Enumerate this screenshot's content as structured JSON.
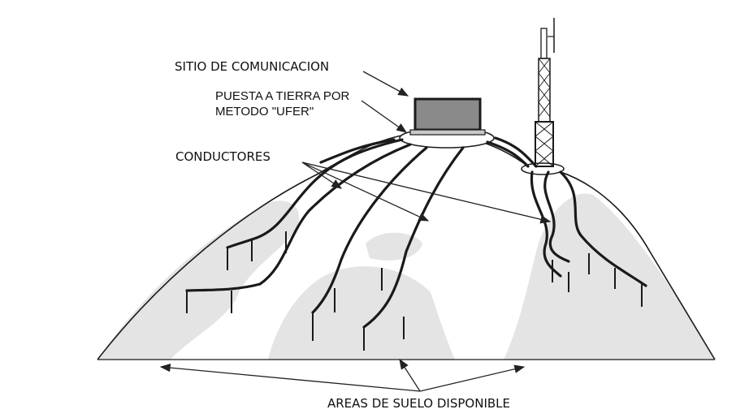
{
  "labels": {
    "site": "SITIO DE COMUNICACION",
    "ufer_line1": "PUESTA A TIERRA POR",
    "ufer_line2": "METODO \"UFER\"",
    "conductors": "CONDUCTORES",
    "soil": "AREAS DE SUELO DISPONIBLE"
  },
  "colors": {
    "soil_area": "#e4e4e4",
    "outline": "#1a1a1a",
    "building": "#8a8a8a"
  }
}
